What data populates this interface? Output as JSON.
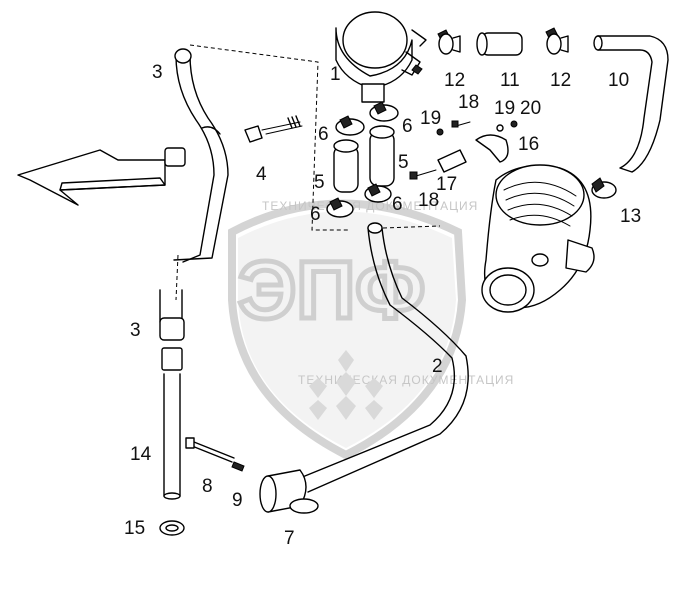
{
  "diagram": {
    "callouts": {
      "c1": "1",
      "c2": "2",
      "c3a": "3",
      "c3b": "3",
      "c4": "4",
      "c5a": "5",
      "c5b": "5",
      "c6a": "6",
      "c6b": "6",
      "c6c": "6",
      "c6d": "6",
      "c7": "7",
      "c8": "8",
      "c9": "9",
      "c10": "10",
      "c11": "11",
      "c12a": "12",
      "c12b": "12",
      "c13": "13",
      "c14": "14",
      "c15": "15",
      "c16": "16",
      "c17": "17",
      "c18a": "18",
      "c18b": "18",
      "c19a": "19",
      "c19b": "19",
      "c20": "20"
    },
    "watermark": {
      "logo_text": "ЭПФ",
      "arc_text": "ТЕХНИЧЕСКАЯ ДОКУМЕНТАЦИЯ",
      "arc_text_lower": "ТЕХНИЧЕСКАЯ ДОКУМЕНТАЦИЯ"
    }
  }
}
